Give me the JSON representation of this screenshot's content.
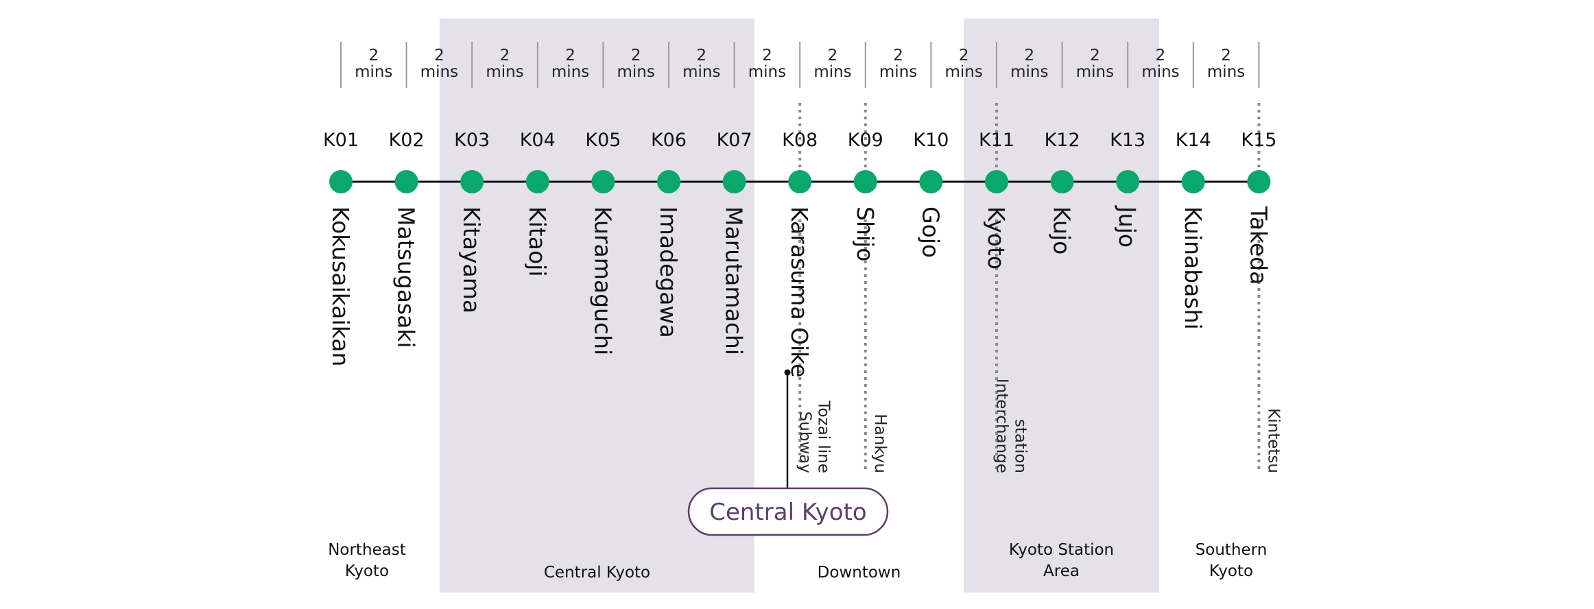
{
  "line_color": "#0aa86c",
  "region_band_color": "#e4e2e8",
  "callout_color": "#5b3f6b",
  "stations": [
    {
      "code": "K01",
      "name": "Kokusaikaikan"
    },
    {
      "code": "K02",
      "name": "Matsugasaki"
    },
    {
      "code": "K03",
      "name": "Kitayama"
    },
    {
      "code": "K04",
      "name": "Kitaoji"
    },
    {
      "code": "K05",
      "name": "Kuramaguchi"
    },
    {
      "code": "K06",
      "name": "Imadegawa"
    },
    {
      "code": "K07",
      "name": "Marutamachi"
    },
    {
      "code": "K08",
      "name": "Karasuma Oike"
    },
    {
      "code": "K09",
      "name": "Shijo"
    },
    {
      "code": "K10",
      "name": "Gojo"
    },
    {
      "code": "K11",
      "name": "Kyoto"
    },
    {
      "code": "K12",
      "name": "Kujo"
    },
    {
      "code": "K13",
      "name": "Jujo"
    },
    {
      "code": "K14",
      "name": "Kuinabashi"
    },
    {
      "code": "K15",
      "name": "Takeda"
    }
  ],
  "travel_times": [
    {
      "value": "2",
      "unit": "mins"
    },
    {
      "value": "2",
      "unit": "mins"
    },
    {
      "value": "2",
      "unit": "mins"
    },
    {
      "value": "2",
      "unit": "mins"
    },
    {
      "value": "2",
      "unit": "mins"
    },
    {
      "value": "2",
      "unit": "mins"
    },
    {
      "value": "2",
      "unit": "mins"
    },
    {
      "value": "2",
      "unit": "mins"
    },
    {
      "value": "2",
      "unit": "mins"
    },
    {
      "value": "2",
      "unit": "mins"
    },
    {
      "value": "2",
      "unit": "mins"
    },
    {
      "value": "2",
      "unit": "mins"
    },
    {
      "value": "2",
      "unit": "mins"
    },
    {
      "value": "2",
      "unit": "mins"
    }
  ],
  "transfers": [
    {
      "station": "K08",
      "lines": [
        "Subway",
        "Tozai line"
      ]
    },
    {
      "station": "K09",
      "lines": [
        "Hankyu"
      ]
    },
    {
      "station": "K11",
      "lines": [
        "Interchange",
        "station"
      ]
    },
    {
      "station": "K15",
      "lines": [
        "Kintetsu"
      ]
    }
  ],
  "regions": [
    {
      "label_lines": [
        "Northeast",
        "Kyoto"
      ],
      "shaded": false
    },
    {
      "label_lines": [
        "Central Kyoto"
      ],
      "shaded": true
    },
    {
      "label_lines": [
        "Downtown"
      ],
      "shaded": false
    },
    {
      "label_lines": [
        "Kyoto Station",
        "Area"
      ],
      "shaded": true
    },
    {
      "label_lines": [
        "Southern",
        "Kyoto"
      ],
      "shaded": false
    }
  ],
  "callout": {
    "station": "K08",
    "label": "Central Kyoto"
  }
}
